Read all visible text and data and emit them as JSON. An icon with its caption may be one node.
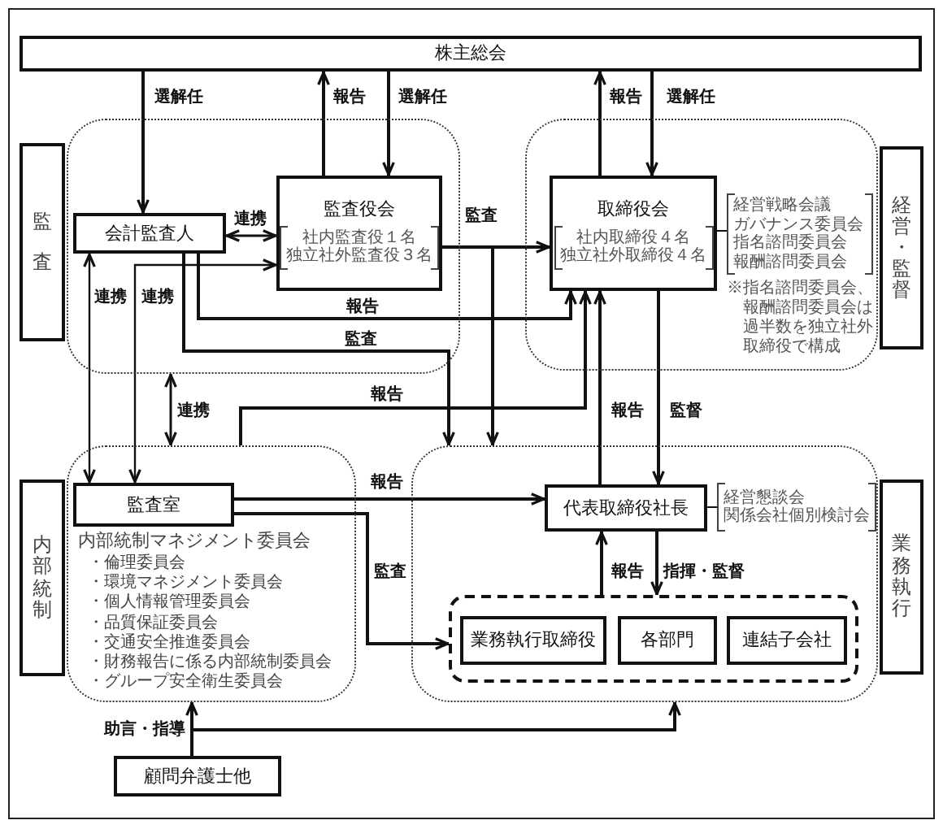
{
  "diagram": {
    "nodes": [
      {
        "text": [
          "株主総会"
        ]
      },
      {
        "text": [
          "監査"
        ]
      },
      {
        "text": [],
        "shape": "box"
      },
      {
        "text": [
          "会計監査人"
        ],
        "in": 2
      },
      {
        "text": [
          "監査役会",
          "社内監査役１名",
          "独立社外監査役３名"
        ],
        "in": 2
      },
      {
        "text": [],
        "shape": "box"
      },
      {
        "text": [
          "取締役会",
          "社内取締役４名",
          "独立社外取締役４名"
        ],
        "in": 5
      },
      {
        "text": [
          "経営戦略会議",
          "ガバナンス委員会",
          "指名諮問委員会",
          "報酬諮問委員会"
        ],
        "in": 5,
        "beside": [
          "※指名諮問委員会、報酬諮問委員会は過半数を独立社外取締役で構成"
        ]
      },
      {
        "text": [
          "経営・監督"
        ]
      },
      {
        "text": [
          "内部統制"
        ]
      },
      {
        "text": [
          "内部統制マネジメント委員会",
          "・倫理委員会",
          "・環境マネジメント委員会",
          "・個人情報管理委員会",
          "・品質保証委員会",
          "・交通安全推進委員会",
          "・財務報告に係る内部統制委員会",
          "・グループ安全衛生委員会"
        ]
      },
      {
        "text": [
          "監査室"
        ],
        "in": 10
      },
      {
        "text": [],
        "shape": "box"
      },
      {
        "text": [
          "代表取締役社長"
        ],
        "in": 12
      },
      {
        "text": [
          "経営懇談会",
          "関係会社個別検討会"
        ],
        "in": 12
      },
      {
        "text": [],
        "shape": "box",
        "in": 12
      },
      {
        "text": [
          "業務執行取締役"
        ],
        "in": 15
      },
      {
        "text": [
          "各部門"
        ],
        "in": 15
      },
      {
        "text": [
          "連結子会社"
        ],
        "in": 15
      },
      {
        "text": [
          "業務執行"
        ]
      },
      {
        "text": [
          "顧問弁護士他"
        ]
      }
    ],
    "edges": [
      {
        "from": 0,
        "to": 3,
        "arrow": "to",
        "label": "選解任"
      },
      {
        "from": 4,
        "to": 0,
        "arrow": "to",
        "label": "報告"
      },
      {
        "from": 0,
        "to": 4,
        "arrow": "to",
        "label": "選解任"
      },
      {
        "from": 6,
        "to": 0,
        "arrow": "to",
        "label": "報告"
      },
      {
        "from": 0,
        "to": 6,
        "arrow": "to",
        "label": "選解任"
      },
      {
        "from": 3,
        "to": 4,
        "arrow": "both",
        "label": "連携"
      },
      {
        "from": 4,
        "to": 6,
        "arrow": "to",
        "label": "監査"
      },
      {
        "from": 4,
        "to": 12,
        "arrow": "to"
      },
      {
        "from": 6,
        "to": 7,
        "arrow": "none"
      },
      {
        "from": 3,
        "to": 6,
        "arrow": "to",
        "label": "報告"
      },
      {
        "from": 3,
        "to": 12,
        "arrow": "to",
        "label": "監査"
      },
      {
        "from": 3,
        "to": 11,
        "arrow": "both",
        "label": "連携"
      },
      {
        "from": 11,
        "to": 4,
        "arrow": "both",
        "label": "連携"
      },
      {
        "from": 2,
        "to": 10,
        "arrow": "both",
        "label": "連携"
      },
      {
        "from": 10,
        "to": 6,
        "arrow": "to",
        "label": "報告"
      },
      {
        "from": 6,
        "to": 13,
        "arrow": "to",
        "label": "監督"
      },
      {
        "from": 13,
        "to": 6,
        "arrow": "to",
        "label": "報告"
      },
      {
        "from": 11,
        "to": 13,
        "arrow": "to",
        "label": "報告"
      },
      {
        "from": 11,
        "to": 15,
        "arrow": "to",
        "label": "監査"
      },
      {
        "from": 15,
        "to": 13,
        "arrow": "to",
        "label": "報告"
      },
      {
        "from": 13,
        "to": 15,
        "arrow": "to",
        "label": "指揮・監督"
      },
      {
        "from": 20,
        "to": 10,
        "arrow": "to",
        "label": "助言・指導"
      },
      {
        "from": 20,
        "to": 12,
        "arrow": "to"
      },
      {
        "from": 13,
        "to": 14,
        "arrow": "none"
      }
    ]
  }
}
